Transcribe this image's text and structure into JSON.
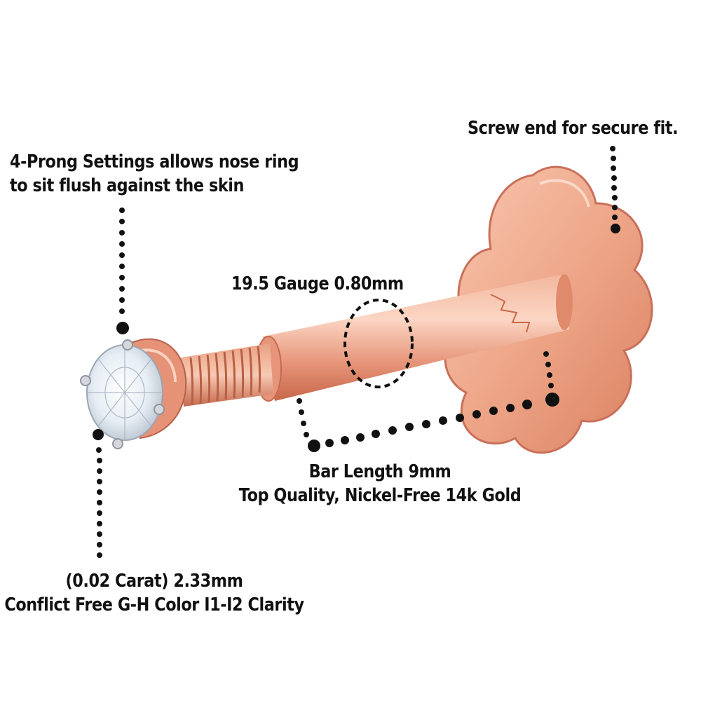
{
  "annotations": {
    "screw_end": "Screw end for secure fit.",
    "prong_setting": {
      "line1": "4-Prong Settings allows nose ring",
      "line2": "to sit flush against the skin"
    },
    "gauge": "19.5 Gauge 0.80mm",
    "bar": {
      "line1": "Bar Length 9mm",
      "line2": "Top Quality, Nickel-Free 14k Gold"
    },
    "stone": {
      "line1": "(0.02 Carat) 2.33mm",
      "line2": "Conflict Free G-H Color I1-I2 Clarity"
    }
  },
  "colors": {
    "text": "#111111",
    "dots": "#111111",
    "rose_gold_light": "#f6c0a8",
    "rose_gold_mid": "#e99a7c",
    "rose_gold_dark": "#c8694c",
    "prong_silver": "#cfd3d8",
    "diamond": "#eef3f8"
  }
}
